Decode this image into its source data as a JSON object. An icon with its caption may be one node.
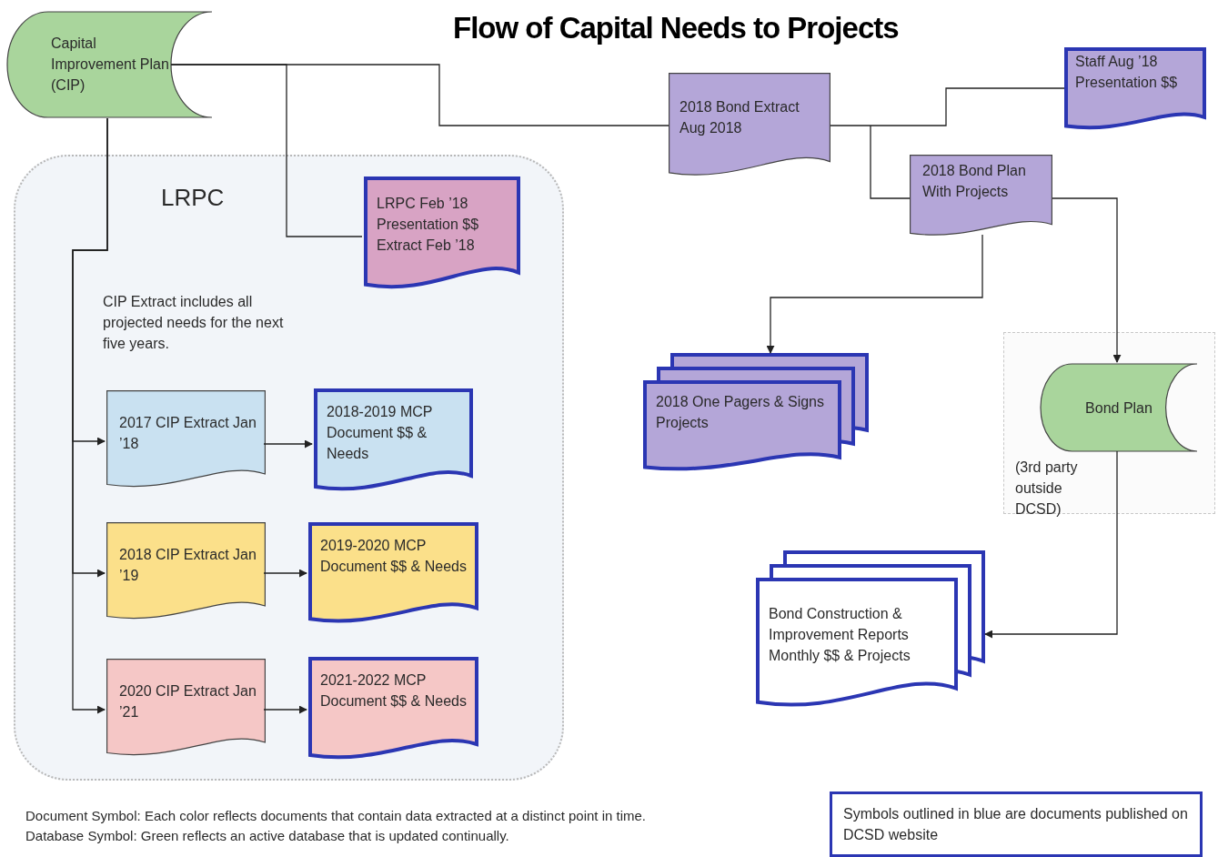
{
  "diagram": {
    "title": "Flow of Capital Needs to Projects",
    "nodes": [
      {
        "text": [
          "Capital Improvement Plan (CIP)"
        ]
      },
      {
        "text": [
          "LRPC"
        ]
      },
      {
        "text": [
          "LRPC Feb ’18 Presentation $$ Extract Feb ’18"
        ],
        "in": 1
      },
      {
        "text": [
          "2017 CIP Extract Jan ’18"
        ],
        "in": 1
      },
      {
        "text": [
          "2018-2019 MCP Document $$ & Needs"
        ],
        "in": 1
      },
      {
        "text": [
          "2018 CIP Extract Jan ’19"
        ],
        "in": 1
      },
      {
        "text": [
          "2019-2020 MCP Document $$ & Needs"
        ],
        "in": 1
      },
      {
        "text": [
          "2020 CIP Extract Jan ’21"
        ],
        "in": 1
      },
      {
        "text": [
          "2021-2022 MCP Document $$ & Needs"
        ],
        "in": 1
      },
      {
        "text": [
          "2018 Bond Extract Aug 2018"
        ]
      },
      {
        "text": [
          "Staff Aug ’18 Presentation $$"
        ]
      },
      {
        "text": [
          "2018 Bond Plan With Projects"
        ]
      },
      {
        "text": [
          "2018 One Pagers & Signs Projects"
        ]
      },
      {
        "text": [
          "(3rd party outside DCSD)"
        ]
      },
      {
        "text": [
          "Bond Plan"
        ],
        "in": 13
      },
      {
        "text": [
          "Bond Construction & Improvement Reports Monthly $$ & Projects"
        ]
      },
      {
        "text": [
          "Symbols outlined in blue are documents published on DCSD website"
        ]
      }
    ],
    "edges": [
      {
        "from": 0,
        "to": 2,
        "arrow": "none"
      },
      {
        "from": 0,
        "to": 9,
        "arrow": "none"
      },
      {
        "from": 0,
        "to": 3,
        "arrow": "to"
      },
      {
        "from": 0,
        "to": 5,
        "arrow": "to"
      },
      {
        "from": 0,
        "to": 7,
        "arrow": "to"
      },
      {
        "from": 3,
        "to": 4,
        "arrow": "to"
      },
      {
        "from": 5,
        "to": 6,
        "arrow": "to"
      },
      {
        "from": 7,
        "to": 8,
        "arrow": "to"
      },
      {
        "from": 9,
        "to": 10,
        "arrow": "none"
      },
      {
        "from": 9,
        "to": 11,
        "arrow": "none"
      },
      {
        "from": 11,
        "to": 12,
        "arrow": "to"
      },
      {
        "from": 11,
        "to": 14,
        "arrow": "to"
      },
      {
        "from": 14,
        "to": 15,
        "arrow": "to"
      }
    ],
    "labels": [
      "CIP Extract includes all projected needs for the next five years.",
      "Document Symbol: Each color reflects documents that contain data extracted at a distinct point in time.",
      "Database Symbol: Green reflects an active database that is updated continually."
    ]
  }
}
